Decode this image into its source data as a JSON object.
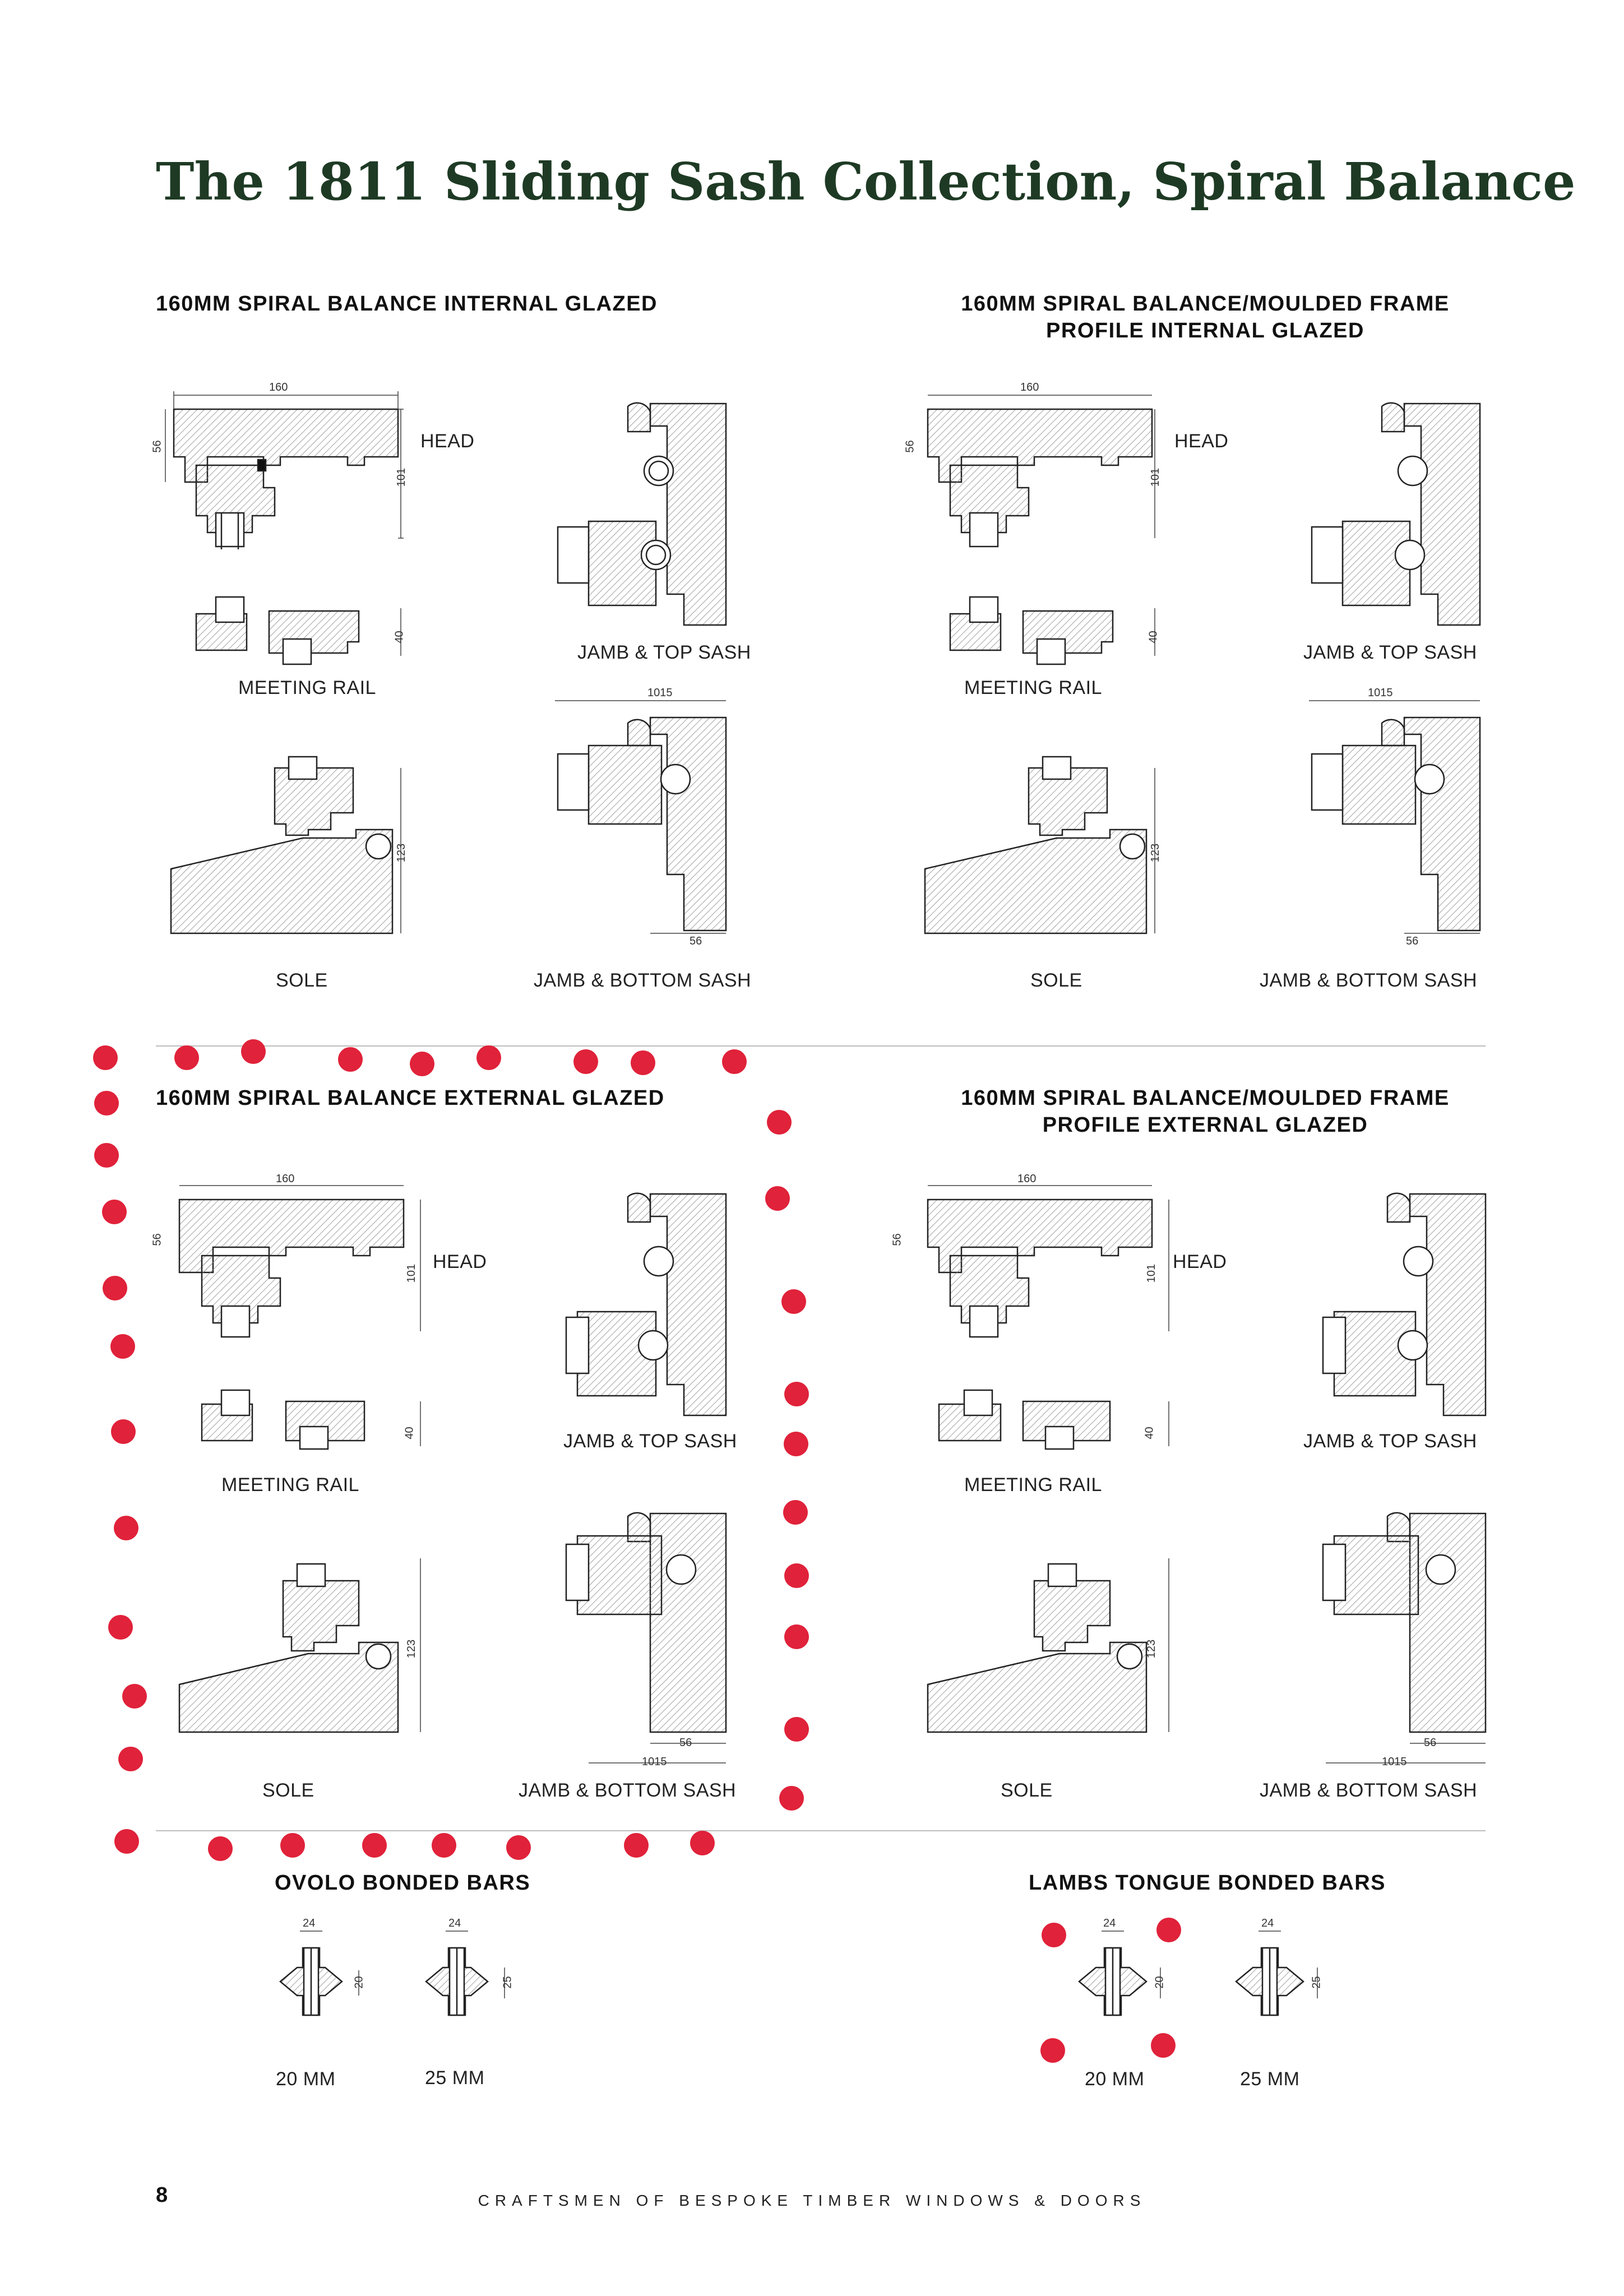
{
  "title": "The 1811 Sliding Sash Collection, Spiral Balance",
  "sections": {
    "s1": {
      "heading": "160MM SPIRAL BALANCE INTERNAL GLAZED",
      "labels": {
        "head": "HEAD",
        "meeting": "MEETING RAIL",
        "jamb_top": "JAMB & TOP SASH",
        "sole": "SOLE",
        "jamb_bottom": "JAMB & BOTTOM SASH"
      },
      "dims": {
        "w160": "160",
        "h56": "56",
        "h101": "101",
        "h40": "40",
        "w1015": "1015",
        "h123": "123",
        "w56": "56"
      }
    },
    "s2": {
      "heading_line1": "160MM SPIRAL BALANCE/MOULDED FRAME",
      "heading_line2": "PROFILE INTERNAL GLAZED",
      "labels": {
        "head": "HEAD",
        "meeting": "MEETING RAIL",
        "jamb_top": "JAMB & TOP SASH",
        "sole": "SOLE",
        "jamb_bottom": "JAMB & BOTTOM SASH"
      },
      "dims": {
        "w160": "160",
        "h56": "56",
        "h101": "101",
        "h40": "40",
        "w1015": "1015",
        "h123": "123",
        "w56": "56"
      }
    },
    "s3": {
      "heading": "160MM SPIRAL BALANCE EXTERNAL GLAZED",
      "labels": {
        "head": "HEAD",
        "meeting": "MEETING RAIL",
        "jamb_top": "JAMB & TOP SASH",
        "sole": "SOLE",
        "jamb_bottom": "JAMB & BOTTOM SASH"
      },
      "dims": {
        "w160": "160",
        "h56": "56",
        "h101": "101",
        "h40": "40",
        "w1015": "1015",
        "h123": "123",
        "w56": "56"
      }
    },
    "s4": {
      "heading_line1": "160MM SPIRAL BALANCE/MOULDED FRAME",
      "heading_line2": "PROFILE EXTERNAL GLAZED",
      "labels": {
        "head": "HEAD",
        "meeting": "MEETING RAIL",
        "jamb_top": "JAMB & TOP SASH",
        "sole": "SOLE",
        "jamb_bottom": "JAMB & BOTTOM SASH"
      },
      "dims": {
        "w160": "160",
        "h56": "56",
        "h101": "101",
        "h40": "40",
        "w1015": "1015",
        "h123": "123",
        "w56": "56"
      }
    },
    "bars_ovolo": {
      "heading": "OVOLO BONDED BARS",
      "labels": {
        "b20": "20 MM",
        "b25": "25 MM"
      },
      "dims": {
        "w24": "24",
        "h20": "20",
        "h25": "25"
      }
    },
    "bars_lambs": {
      "heading": "LAMBS TONGUE BONDED BARS",
      "labels": {
        "b20": "20 MM",
        "b25": "25 MM"
      },
      "dims": {
        "w24": "24",
        "h20": "20",
        "h25": "25"
      }
    }
  },
  "page_number": "8",
  "footer": "CRAFTSMEN OF BESPOKE TIMBER WINDOWS & DOORS",
  "colors": {
    "title": "#1e3a24",
    "marker": "#e0223a",
    "divider": "#bdbdbd"
  }
}
